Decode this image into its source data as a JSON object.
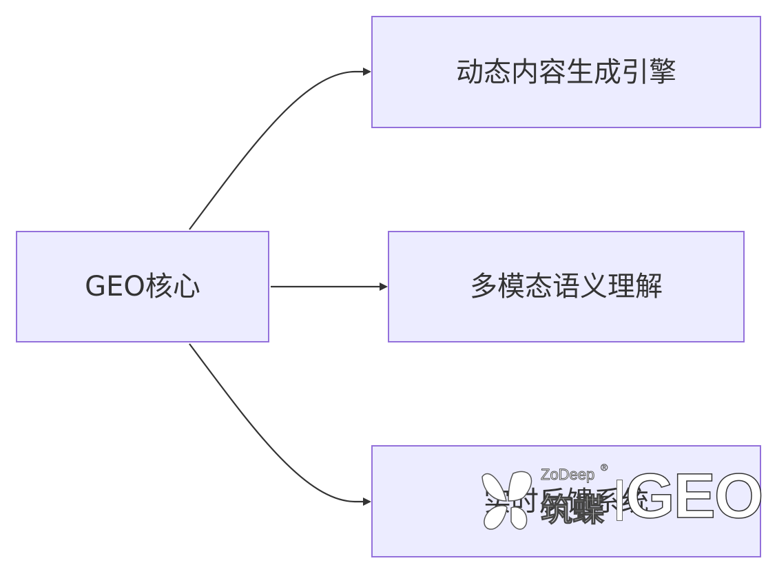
{
  "nodes": {
    "core": "GEO核心",
    "dynamic": "动态内容生成引擎",
    "semantic": "多模态语义理解",
    "realtime": "实时反馈系统"
  },
  "watermark": {
    "brand_en": "ZoDeep",
    "registered": "®",
    "brand_cn": "筑蝶",
    "product": "GEO"
  },
  "colors": {
    "node_fill": "#ececff",
    "node_border": "#9370db",
    "edge": "#333333",
    "text": "#333333"
  }
}
